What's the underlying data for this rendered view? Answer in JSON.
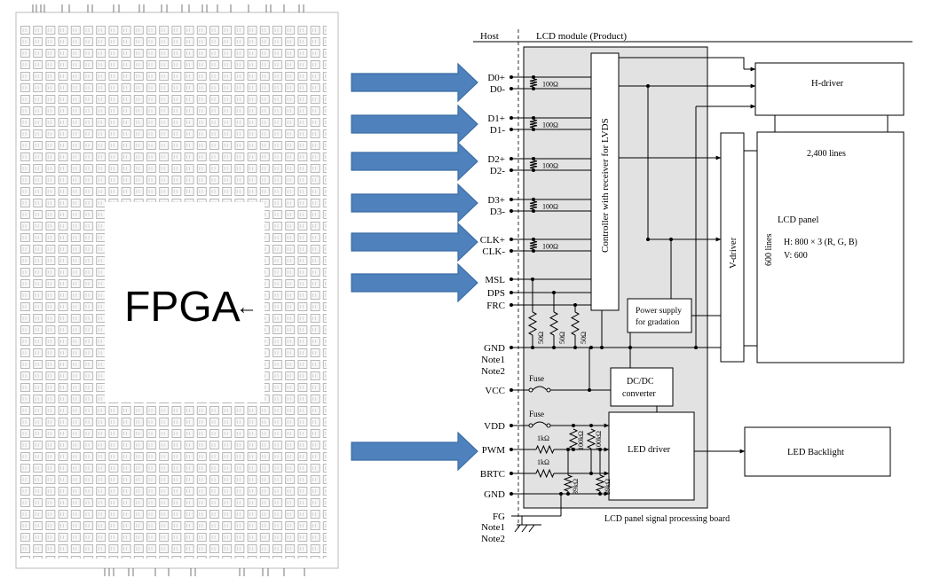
{
  "fpga": {
    "label": "FPGA",
    "pointer_glyph": "←"
  },
  "header": {
    "host": "Host",
    "module": "LCD module (Product)"
  },
  "pins": [
    "D0+",
    "D0-",
    "D1+",
    "D1-",
    "D2+",
    "D2-",
    "D3+",
    "D3-",
    "CLK+",
    "CLK-",
    "MSL",
    "DPS",
    "FRC",
    "GND",
    "Note1",
    "Note2",
    "VCC",
    "VDD",
    "PWM",
    "BRTC",
    "GND",
    "FG",
    "Note1",
    "Note2"
  ],
  "terminations": [
    "100Ω",
    "100Ω",
    "100Ω",
    "100Ω",
    "100Ω"
  ],
  "pulldowns": [
    "50Ω",
    "50Ω",
    "50Ω"
  ],
  "led_resistors": [
    "1kΩ",
    "1kΩ",
    "100kΩ",
    "100kΩ",
    "39kΩ",
    "39kΩ"
  ],
  "fuses": [
    "Fuse",
    "Fuse"
  ],
  "blocks": {
    "controller": "Controller with receiver for LVDS",
    "power_supply_line1": "Power supply",
    "power_supply_line2": "for gradation",
    "dcdc_line1": "DC/DC",
    "dcdc_line2": "converter",
    "led_driver": "LED driver",
    "led_backlight": "LED Backlight",
    "h_driver": "H-driver",
    "v_driver": "V-driver",
    "panel_lines_top": "2,400 lines",
    "panel_lines_side": "600 lines",
    "panel_title": "LCD panel",
    "panel_h": "H: 800 × 3 (R, G, B)",
    "panel_v": "V: 600",
    "board_caption": "LCD panel signal processing board"
  },
  "colors": {
    "arrow_fill": "#4f81bd",
    "arrow_stroke": "#3a6ea5",
    "board_fill": "#e2e2e2",
    "chip_cell": "#f5f5f5",
    "chip_line": "#9a9a9a"
  },
  "icons": {
    "arrow": "right-block-arrow-icon",
    "resistor": "resistor-zigzag-icon",
    "fuse": "fuse-icon",
    "ground": "chassis-ground-icon"
  }
}
